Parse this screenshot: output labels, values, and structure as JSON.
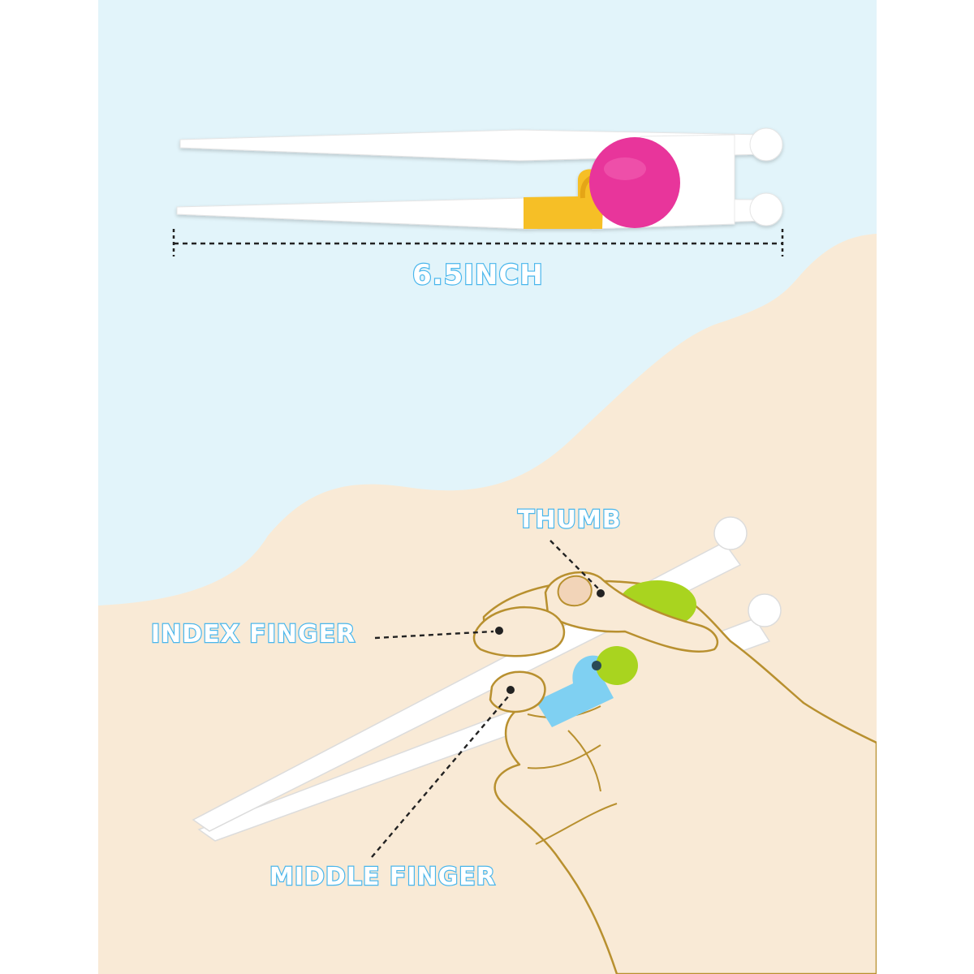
{
  "colors": {
    "sky": "#e2f4fa",
    "sand": "#f9ead6",
    "label_outline": "#49b6ec",
    "hand_outline": "#b8902f",
    "skin": "#f9ead6",
    "chopstick": "#ffffff",
    "pink_ring": "#e8359b",
    "yellow_hinge": "#f6bf27",
    "green_ring": "#a9d41f",
    "blue_hinge": "#7fd0f2"
  },
  "labels": {
    "length": "6.5INCH",
    "thumb": "THUMB",
    "index_finger": "INDEX FINGER",
    "middle_finger": "MIDDLE FINGER"
  }
}
